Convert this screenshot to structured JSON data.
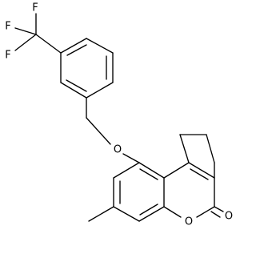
{
  "atoms": {
    "F_top": "F",
    "F_left_upper": "F",
    "F_left_lower": "F",
    "O_ether": "O",
    "O_ring": "O",
    "O_carbonyl": "O"
  },
  "colors": {
    "line": "#000000",
    "label": "#000000",
    "background": "#ffffff"
  }
}
